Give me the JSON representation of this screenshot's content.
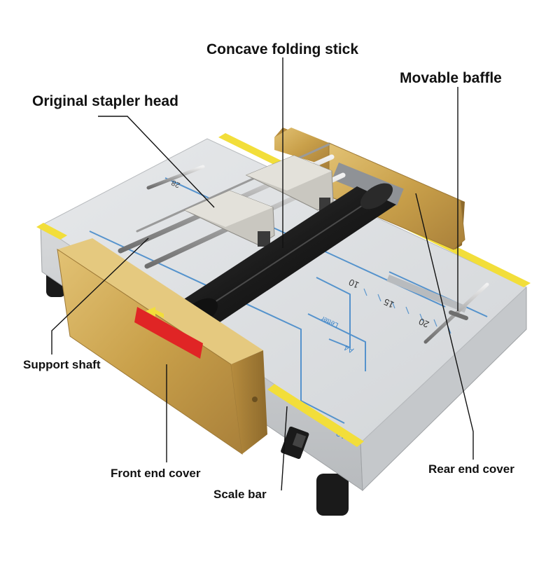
{
  "callouts": {
    "concave_folding_stick": "Concave folding stick",
    "movable_baffle": "Movable baffle",
    "original_stapler_head": "Original stapler head",
    "support_shaft": "Support shaft",
    "front_end_cover": "Front end cover",
    "scale_bar": "Scale bar",
    "rear_end_cover": "Rear end cover"
  },
  "printed_marks": {
    "a3": "A3",
    "a4": "A4",
    "letter": "Letter",
    "scale_10": "10",
    "scale_15": "15",
    "scale_20": "20",
    "scale_28": "28"
  },
  "colors": {
    "gold_cover": "#C9A04A",
    "table_surface": "#DADDE0",
    "guide_lines": "#3E86C9",
    "scale_strip": "#F2DE3A",
    "roller": "#1E1E1E",
    "warning_label": "#E02525",
    "leader_line": "#111111"
  }
}
